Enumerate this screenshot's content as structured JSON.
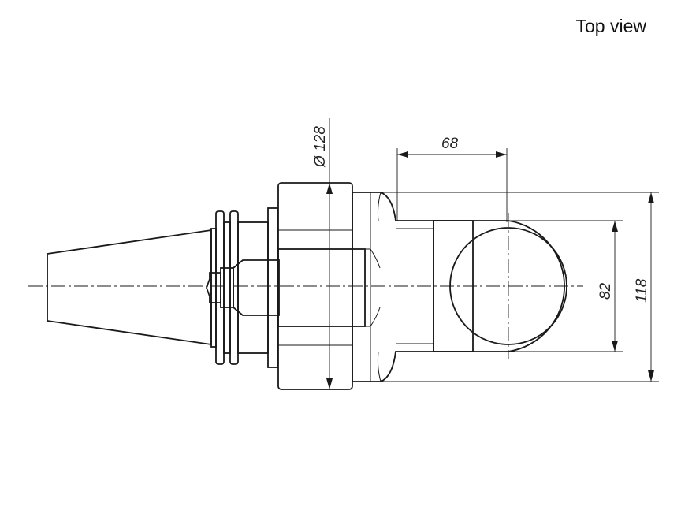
{
  "view_title": "Top view",
  "dimensions": {
    "diameter": "Ø 128",
    "offset": "68",
    "inner_height": "82",
    "outer_height": "118"
  }
}
